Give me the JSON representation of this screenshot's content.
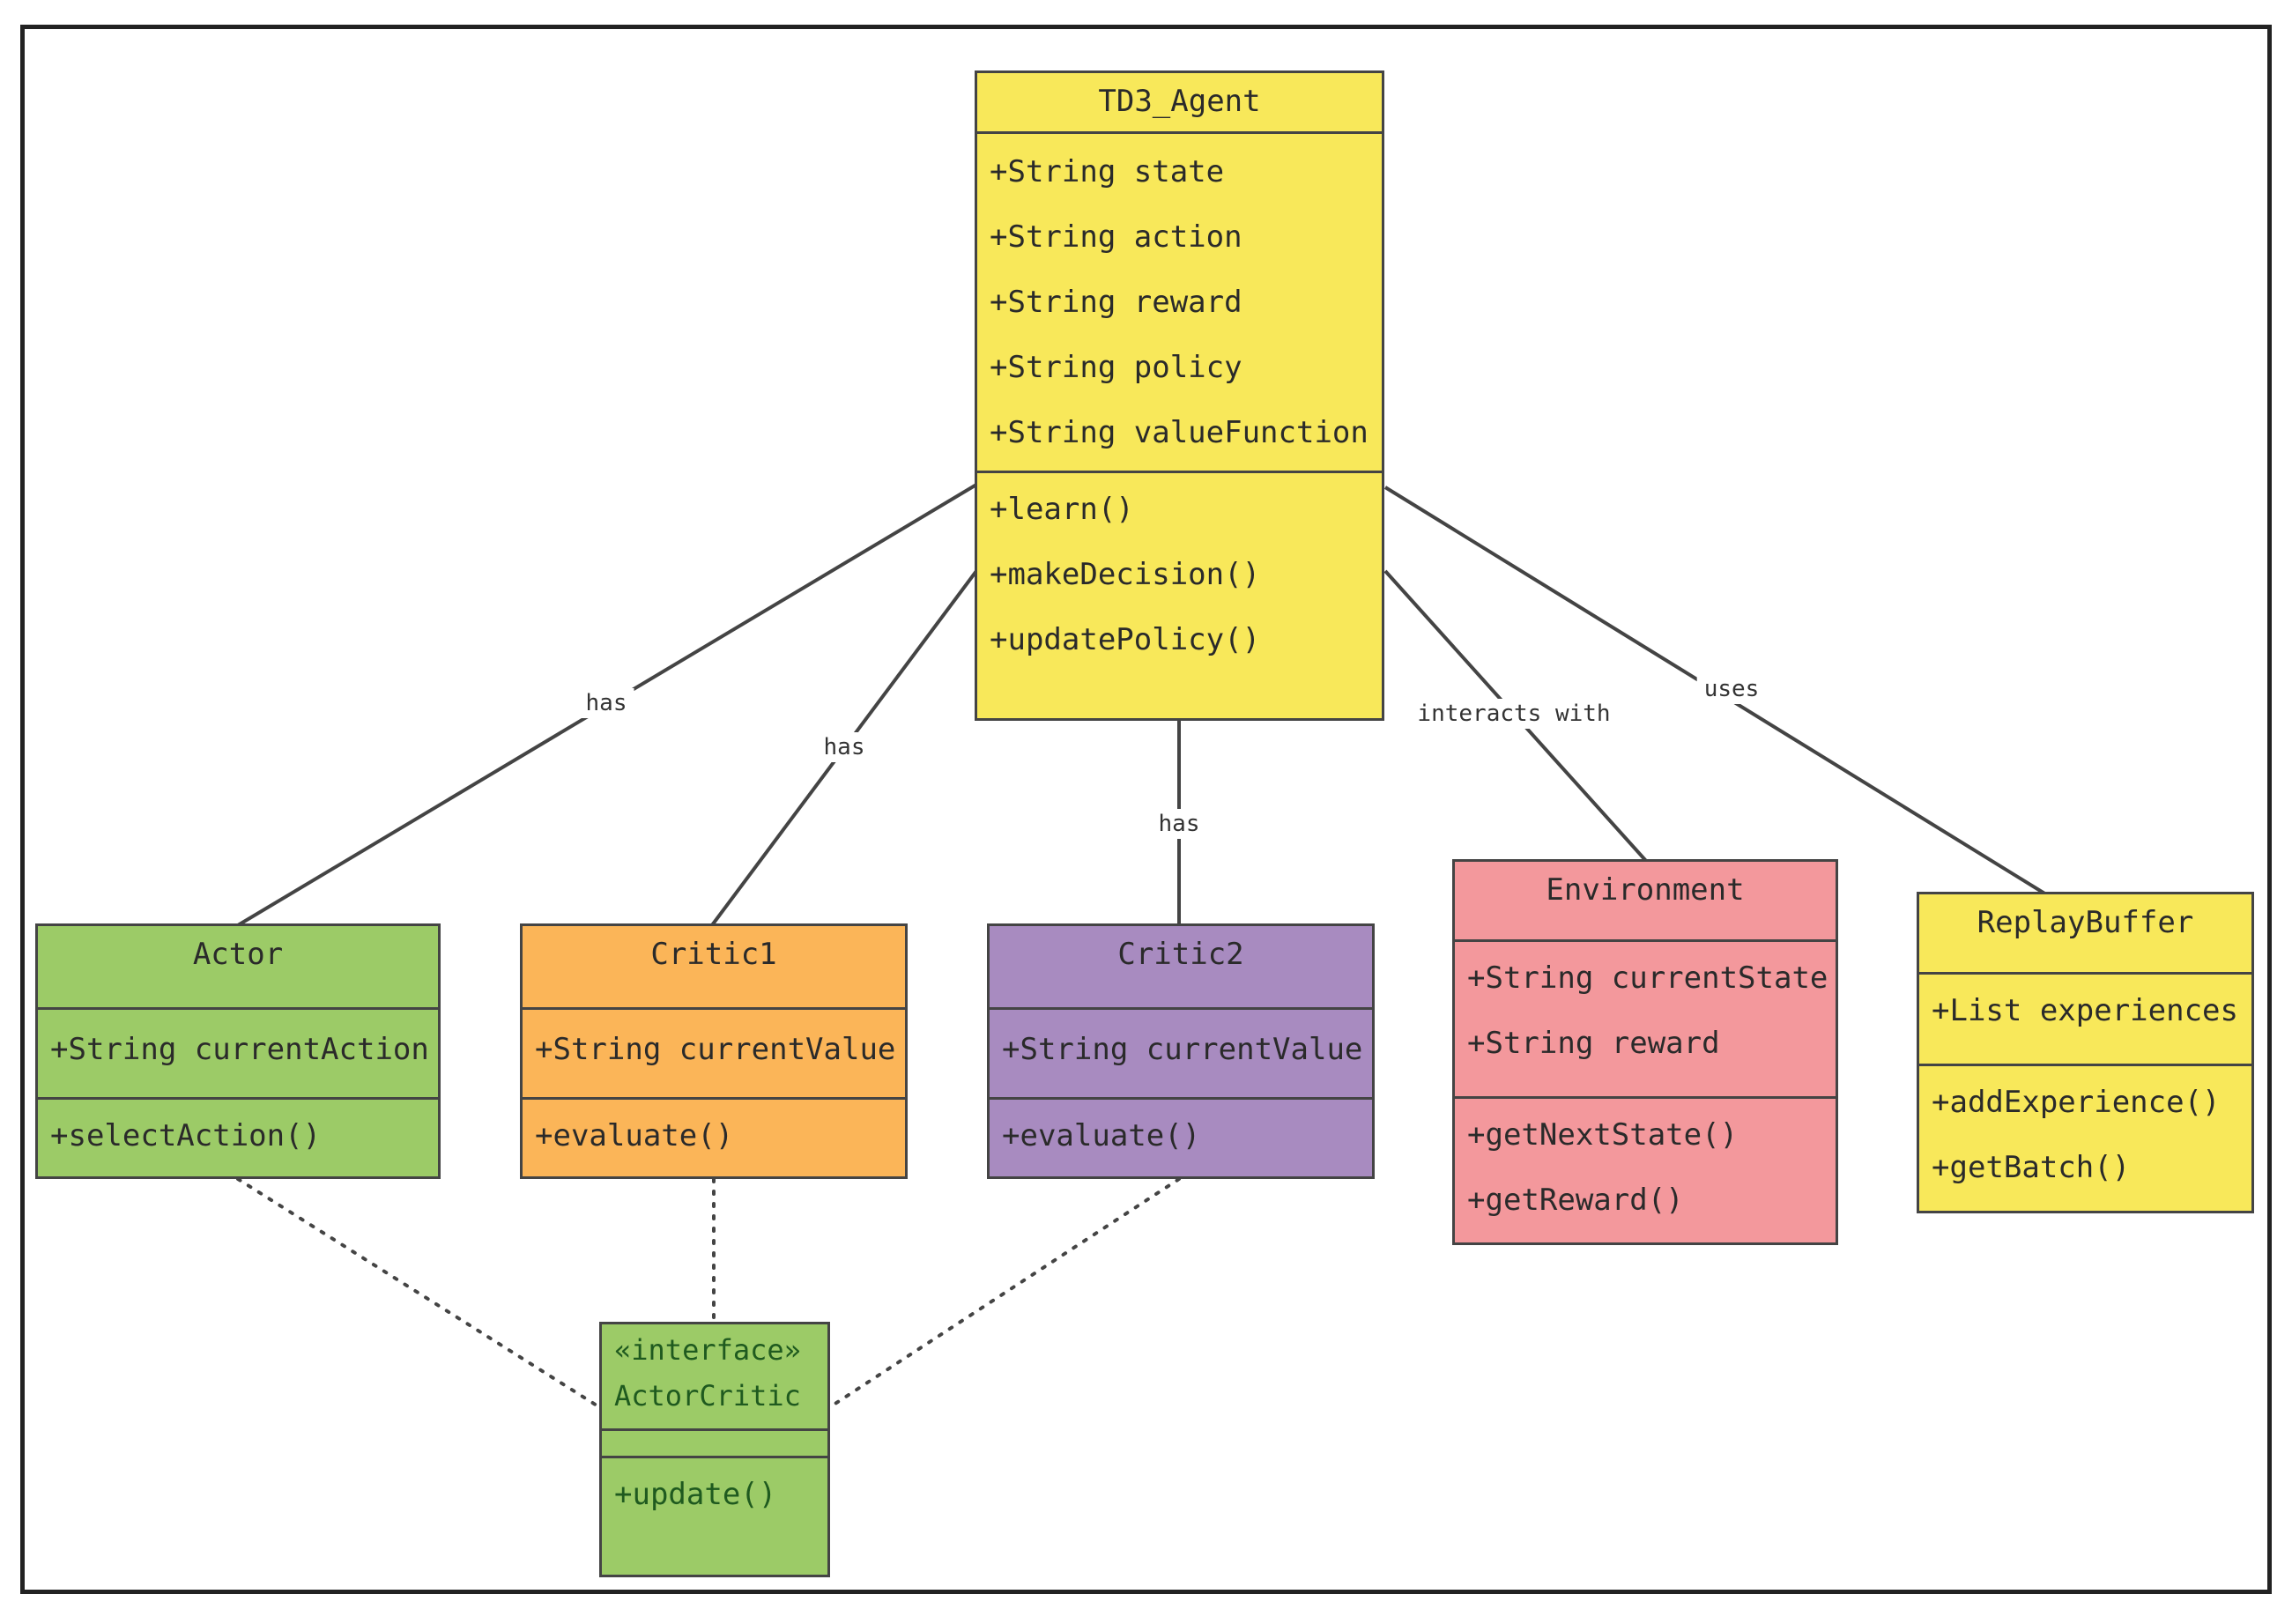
{
  "colors": {
    "yellow": "#F8E85A",
    "green": "#9CCB67",
    "orange": "#FBB558",
    "purple": "#A88BC0",
    "pink": "#F3989C",
    "line": "#444444"
  },
  "classes": {
    "td3_agent": {
      "name": "TD3_Agent",
      "attributes": [
        "+String state",
        "+String action",
        "+String reward",
        "+String policy",
        "+String valueFunction"
      ],
      "methods": [
        "+learn()",
        "+makeDecision()",
        "+updatePolicy()"
      ]
    },
    "actor": {
      "name": "Actor",
      "attributes": [
        "+String currentAction"
      ],
      "methods": [
        "+selectAction()"
      ]
    },
    "critic1": {
      "name": "Critic1",
      "attributes": [
        "+String currentValue"
      ],
      "methods": [
        "+evaluate()"
      ]
    },
    "critic2": {
      "name": "Critic2",
      "attributes": [
        "+String currentValue"
      ],
      "methods": [
        "+evaluate()"
      ]
    },
    "environment": {
      "name": "Environment",
      "attributes": [
        "+String currentState",
        "+String reward"
      ],
      "methods": [
        "+getNextState()",
        "+getReward()"
      ]
    },
    "replay_buffer": {
      "name": "ReplayBuffer",
      "attributes": [
        "+List experiences"
      ],
      "methods": [
        "+addExperience()",
        "+getBatch()"
      ]
    },
    "actor_critic": {
      "stereotype": "«interface»",
      "name": "ActorCritic",
      "methods": [
        "+update()"
      ]
    }
  },
  "relations": {
    "actor": "has",
    "critic1": "has",
    "critic2": "has",
    "environment": "interacts with",
    "replay_buffer": "uses"
  }
}
